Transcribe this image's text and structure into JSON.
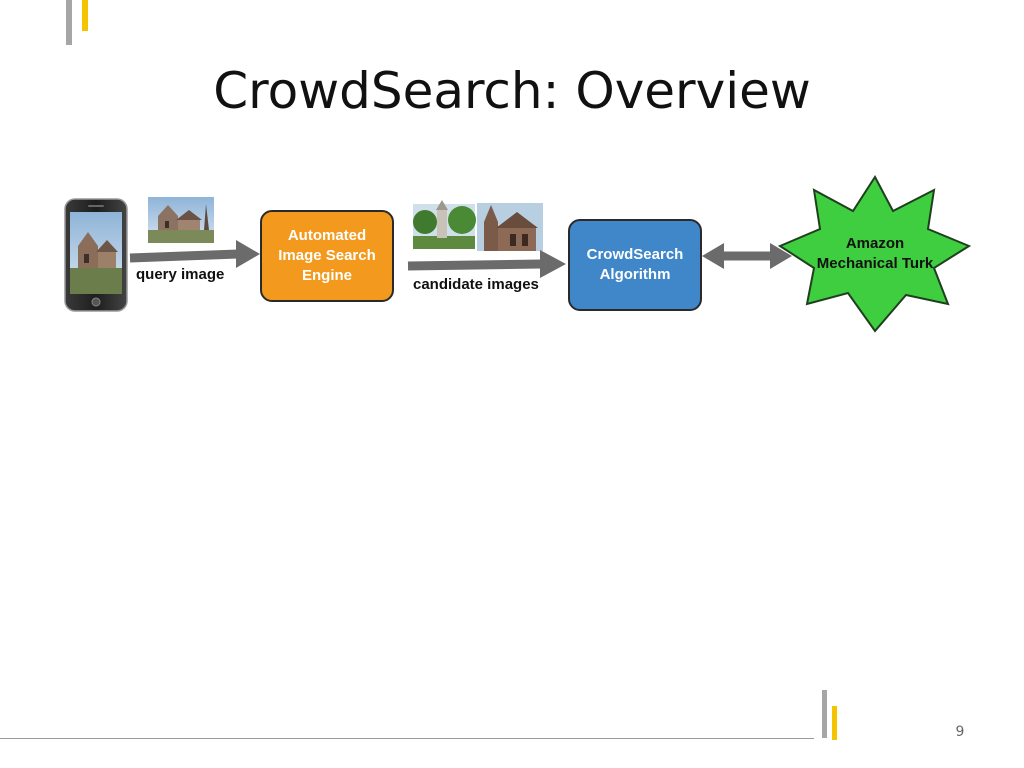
{
  "slide": {
    "title": "CrowdSearch: Overview",
    "page_number": "9"
  },
  "diagram": {
    "phone": {
      "icon": "smartphone-icon",
      "screen_image": "church-photo"
    },
    "query_thumbnail": {
      "icon": "church-photo-icon"
    },
    "candidate_thumbnails": [
      {
        "icon": "campus-tree-photo-icon"
      },
      {
        "icon": "cathedral-photo-icon"
      }
    ],
    "edge_labels": {
      "query": "query image",
      "candidates": "candidate images"
    },
    "nodes": {
      "search_engine": {
        "lines": [
          "Automated",
          "Image Search",
          "Engine"
        ],
        "color": "#f39a1e"
      },
      "crowdsearch": {
        "lines": [
          "CrowdSearch",
          "Algorithm"
        ],
        "color": "#3f87c9"
      },
      "mturk": {
        "lines": [
          "Amazon",
          "Mechanical Turk"
        ],
        "color": "#3fce3f"
      }
    },
    "arrow_color": "#6b6b6b"
  },
  "colors": {
    "accent_gray": "#a6a6a6",
    "accent_yellow": "#f5c400"
  }
}
